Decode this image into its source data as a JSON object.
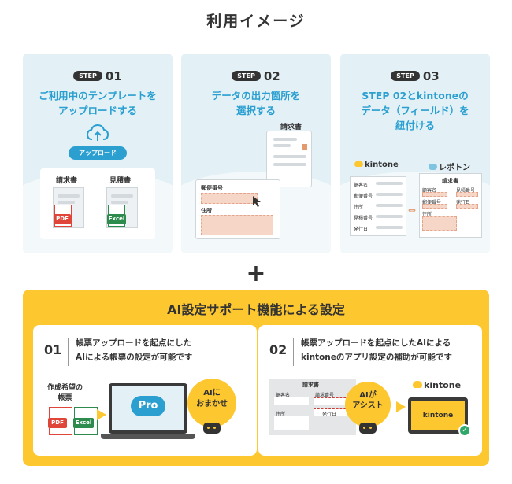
{
  "title": "利用イメージ",
  "steps": [
    {
      "pill": "STEP",
      "num": "01",
      "text1": "ご利用中のテンプレートを",
      "text2": "アップロードする",
      "upload_label": "アップロード",
      "doc1": "請求書",
      "doc2": "見積書",
      "pdf": "PDF",
      "excel": "Excel"
    },
    {
      "pill": "STEP",
      "num": "02",
      "text1": "データの出力箇所を",
      "text2": "選択する",
      "doc_title": "請求書",
      "field1": "郵便番号",
      "field2": "住所"
    },
    {
      "pill": "STEP",
      "num": "03",
      "text1": "STEP 02とkintoneの",
      "text2": "データ（フィールド）を",
      "text3": "紐付ける",
      "kintone": "kintone",
      "repotone": "レポトン",
      "doc_title": "請求書",
      "k_fields": [
        "顧客名",
        "郵便番号",
        "住所",
        "見積番号",
        "発行日"
      ],
      "r_fields": [
        "顧客名",
        "郵便番号",
        "住所",
        "見積番号",
        "発行日"
      ]
    }
  ],
  "plus": "+",
  "ai": {
    "title": "AI設定サポート機能による設定",
    "card1": {
      "num": "01",
      "line1": "帳票アップロードを起点にした",
      "line2": "AIによる帳票の設定が可能です",
      "file_label1": "作成希望の",
      "file_label2": "帳票",
      "pdf": "PDF",
      "excel": "Excel",
      "pro": "Pro",
      "bubble1": "AIに",
      "bubble2": "おまかせ"
    },
    "card2": {
      "num": "02",
      "line1": "帳票アップロードを起点にしたAIによる",
      "line2": "kintoneのアプリ設定の補助が可能です",
      "doc_title": "請求書",
      "f1": "顧客名",
      "f2": "請求番号",
      "f3": "住所",
      "f4": "発行日",
      "bubble1": "AIが",
      "bubble2": "アシスト",
      "kintone": "kintone",
      "screen": "kintone"
    }
  },
  "colors": {
    "accent_blue": "#2a9fd0",
    "yellow": "#fdc72f",
    "pdf_red": "#e0453a",
    "excel_green": "#2e8b4e"
  }
}
